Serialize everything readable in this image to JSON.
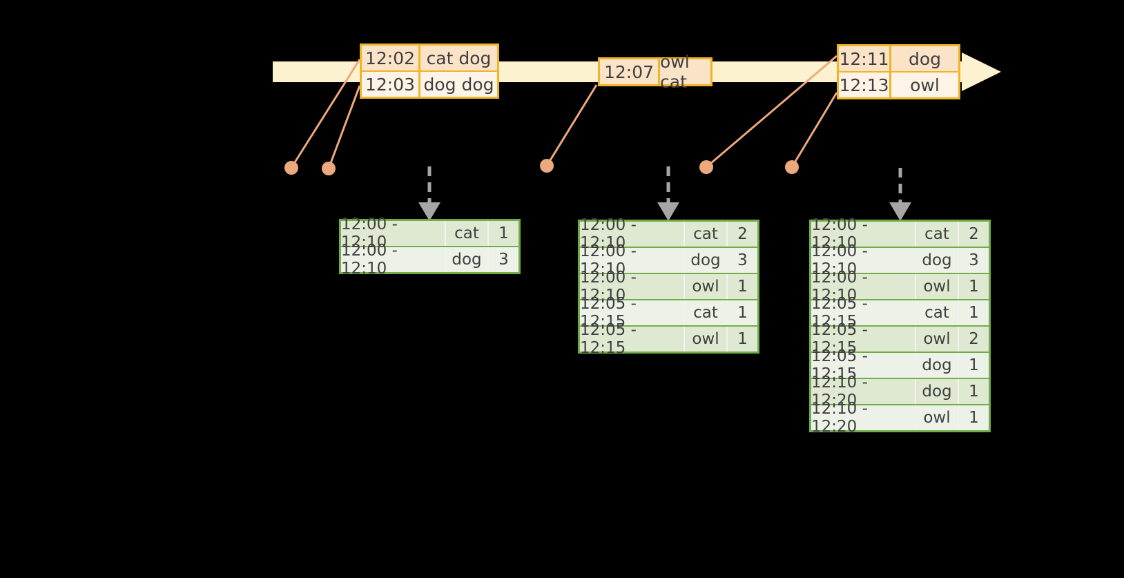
{
  "colors": {
    "background": "#000000",
    "timeline_band": "#fdf2cf",
    "event_border": "#f0b428",
    "event_row_dark": "#fbe3c8",
    "event_row_light": "#fdf3e6",
    "connector": "#eda97e",
    "trigger_arrow": "#a6a6a6",
    "result_border": "#70ad47",
    "result_row_dark": "#dfe9d2",
    "result_row_light": "#edf2e8",
    "cell_divider": "#f2f2ef",
    "text": "#3f3f3f"
  },
  "event_tables": [
    {
      "rows": [
        [
          "12:02",
          "cat dog"
        ],
        [
          "12:03",
          "dog dog"
        ]
      ]
    },
    {
      "rows": [
        [
          "12:07",
          "owl cat"
        ]
      ]
    },
    {
      "rows": [
        [
          "12:11",
          "dog"
        ],
        [
          "12:13",
          "owl"
        ]
      ]
    }
  ],
  "result_tables": [
    {
      "rows": [
        [
          "12:00 - 12:10",
          "cat",
          "1"
        ],
        [
          "12:00 - 12:10",
          "dog",
          "3"
        ]
      ]
    },
    {
      "rows": [
        [
          "12:00 - 12:10",
          "cat",
          "2"
        ],
        [
          "12:00 - 12:10",
          "dog",
          "3"
        ],
        [
          "12:00 - 12:10",
          "owl",
          "1"
        ],
        [
          "12:05 - 12:15",
          "cat",
          "1"
        ],
        [
          "12:05 - 12:15",
          "owl",
          "1"
        ]
      ]
    },
    {
      "rows": [
        [
          "12:00 - 12:10",
          "cat",
          "2"
        ],
        [
          "12:00 - 12:10",
          "dog",
          "3"
        ],
        [
          "12:00 - 12:10",
          "owl",
          "1"
        ],
        [
          "12:05 - 12:15",
          "cat",
          "1"
        ],
        [
          "12:05 - 12:15",
          "owl",
          "2"
        ],
        [
          "12:05 - 12:15",
          "dog",
          "1"
        ],
        [
          "12:10 - 12:20",
          "dog",
          "1"
        ],
        [
          "12:10 - 12:20",
          "owl",
          "1"
        ]
      ]
    }
  ]
}
